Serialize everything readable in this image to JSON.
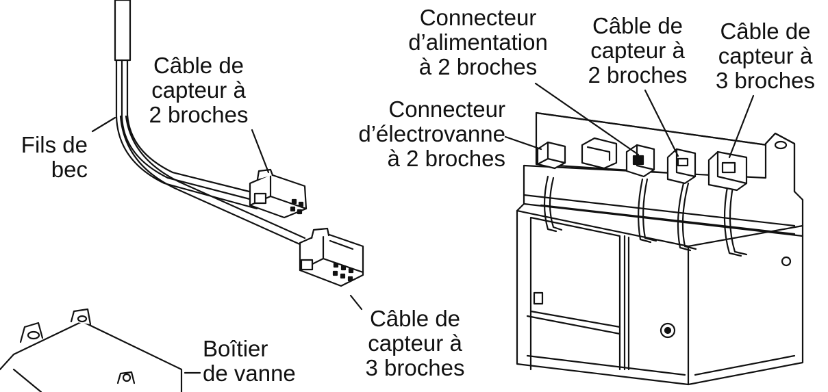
{
  "labels": {
    "spout_wires": [
      "Fils de",
      "bec"
    ],
    "sensor_cable_2pin_left": [
      "Câble de",
      "capteur à",
      "2 broches"
    ],
    "sensor_cable_3pin_bottom": [
      "Câble de",
      "capteur à",
      "3 broches"
    ],
    "valve_box": [
      "Boîtier",
      "de vanne"
    ],
    "power_connector": [
      "Connecteur",
      "d’alimentation",
      "à 2 broches"
    ],
    "solenoid_connector": [
      "Connecteur",
      "d’électrovanne",
      "à 2 broches"
    ],
    "sensor_cable_2pin_right": [
      "Câble de",
      "capteur à",
      "2 broches"
    ],
    "sensor_cable_3pin_right": [
      "Câble de",
      "capteur à",
      "3 broches"
    ]
  },
  "colors": {
    "line": "#111111",
    "background": "#ffffff",
    "shade": "#d9d9d9"
  }
}
